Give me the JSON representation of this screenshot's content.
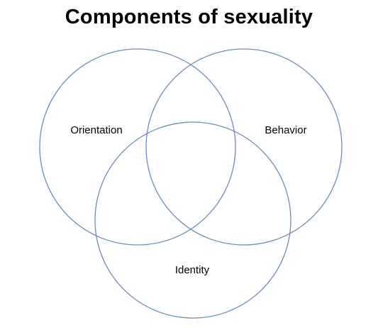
{
  "title": "Components of sexuality",
  "diagram": {
    "outline_color": "#6b8cba",
    "sets": [
      {
        "id": "orientation",
        "label": "Orientation"
      },
      {
        "id": "behavior",
        "label": "Behavior"
      },
      {
        "id": "identity",
        "label": "Identity"
      }
    ]
  }
}
